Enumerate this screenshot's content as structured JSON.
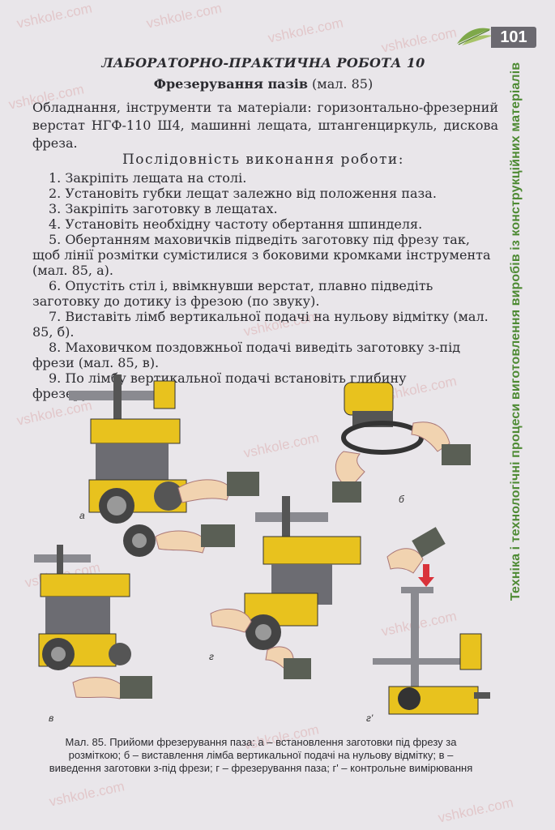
{
  "watermark": "vshkole.com",
  "page_number": "101",
  "side_title": "Техніка і технологічні процеси виготовлення виробів із конструкційних матеріалів",
  "lab_title": "ЛАБОРАТОРНО-ПРАКТИЧНА РОБОТА 10",
  "subtitle": {
    "topic": "Фрезерування пазів",
    "ref": " (мал. 85)"
  },
  "equipment": {
    "lead": "Обладнання, інструменти та матеріали:",
    "text": " горизонтально-фрезерний верстат НГФ-110 Ш4, машинні лещата, штангенциркуль, дискова фреза."
  },
  "section_title": "Послідовність виконання роботи:",
  "steps": [
    "1. Закріпіть лещата на столі.",
    "2. Установіть губки лещат залежно від положення паза.",
    "3. Закріпіть заготовку в лещатах.",
    "4. Установіть необхідну частоту обертання шпинделя.",
    "5. Обертанням маховичків підведіть заготовку під фрезу так, щоб лінії розмітки сумістилися з боковими кромками інструмента (мал. 85, а).",
    "6. Опустіть стіл і, ввімкнувши верстат, плавно підведіть заготовку до дотику із фрезою (по звуку).",
    "7. Виставіть лімб вертикальної подачі на нульову відмітку (мал. 85, б).",
    "8. Маховичком поздовжньої подачі виведіть заготовку з-під фрези (мал. 85, в).",
    "9. По лімбу вертикальної подачі встановіть глибину фрезерування."
  ],
  "figure_labels": {
    "a": "а",
    "b": "б",
    "v": "в",
    "g": "г",
    "g2": "г'"
  },
  "caption": "Мал. 85. Прийоми фрезерування паза: а – встановлення заготовки під фрезу за розміткою; б – виставлення лімба вертикальної подачі на нульову відмітку; в – виведення заготовки з-під фрези; г – фрезерування паза; г' – контрольне вимірювання",
  "colors": {
    "machine_yellow": "#e8c21e",
    "machine_dark": "#3a3a3a",
    "metal": "#8a8a90",
    "hand": "#f1d3b0",
    "sleeve": "#5a5f55",
    "green_title": "#4d8a33",
    "arrow_red": "#d9323a"
  }
}
